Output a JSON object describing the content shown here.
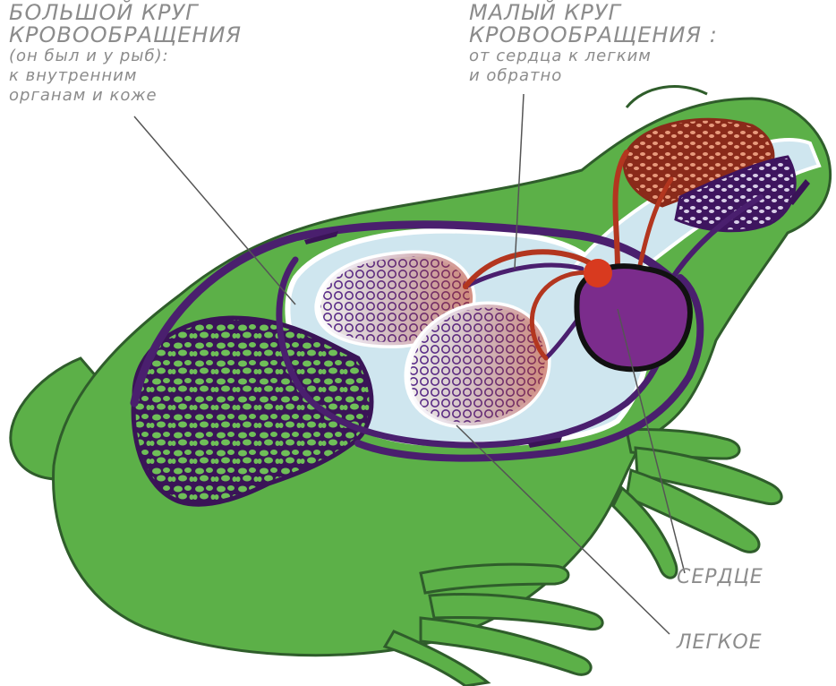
{
  "labels": {
    "systemic_circulation": {
      "title_line1": "БОЛЬШОЙ КРУГ",
      "title_line2": "КРОВООБРАЩЕНИЯ",
      "note_line1": "(он был и у рыб):",
      "note_line2": "к внутренним",
      "note_line3": "органам и коже"
    },
    "pulmonary_circulation": {
      "title_line1": "МАЛЫЙ КРУГ",
      "title_line2": "КРОВООБРАЩЕНИЯ :",
      "note_line1": "от сердца к легким",
      "note_line2": "и обратно"
    },
    "heart": "СЕРДЦЕ",
    "lung": "ЛЕГКОЕ"
  },
  "colors": {
    "body": "#5cb048",
    "body_outline": "#2f5d2b",
    "cavity": "#cfe6ef",
    "venous_blood": "#4a1f6e",
    "arterial_blood": "#b3361f",
    "heart_ventricle": "#7b2c8c",
    "heart_atrium": "#d83a1f",
    "label_text": "#8c8c8c"
  }
}
